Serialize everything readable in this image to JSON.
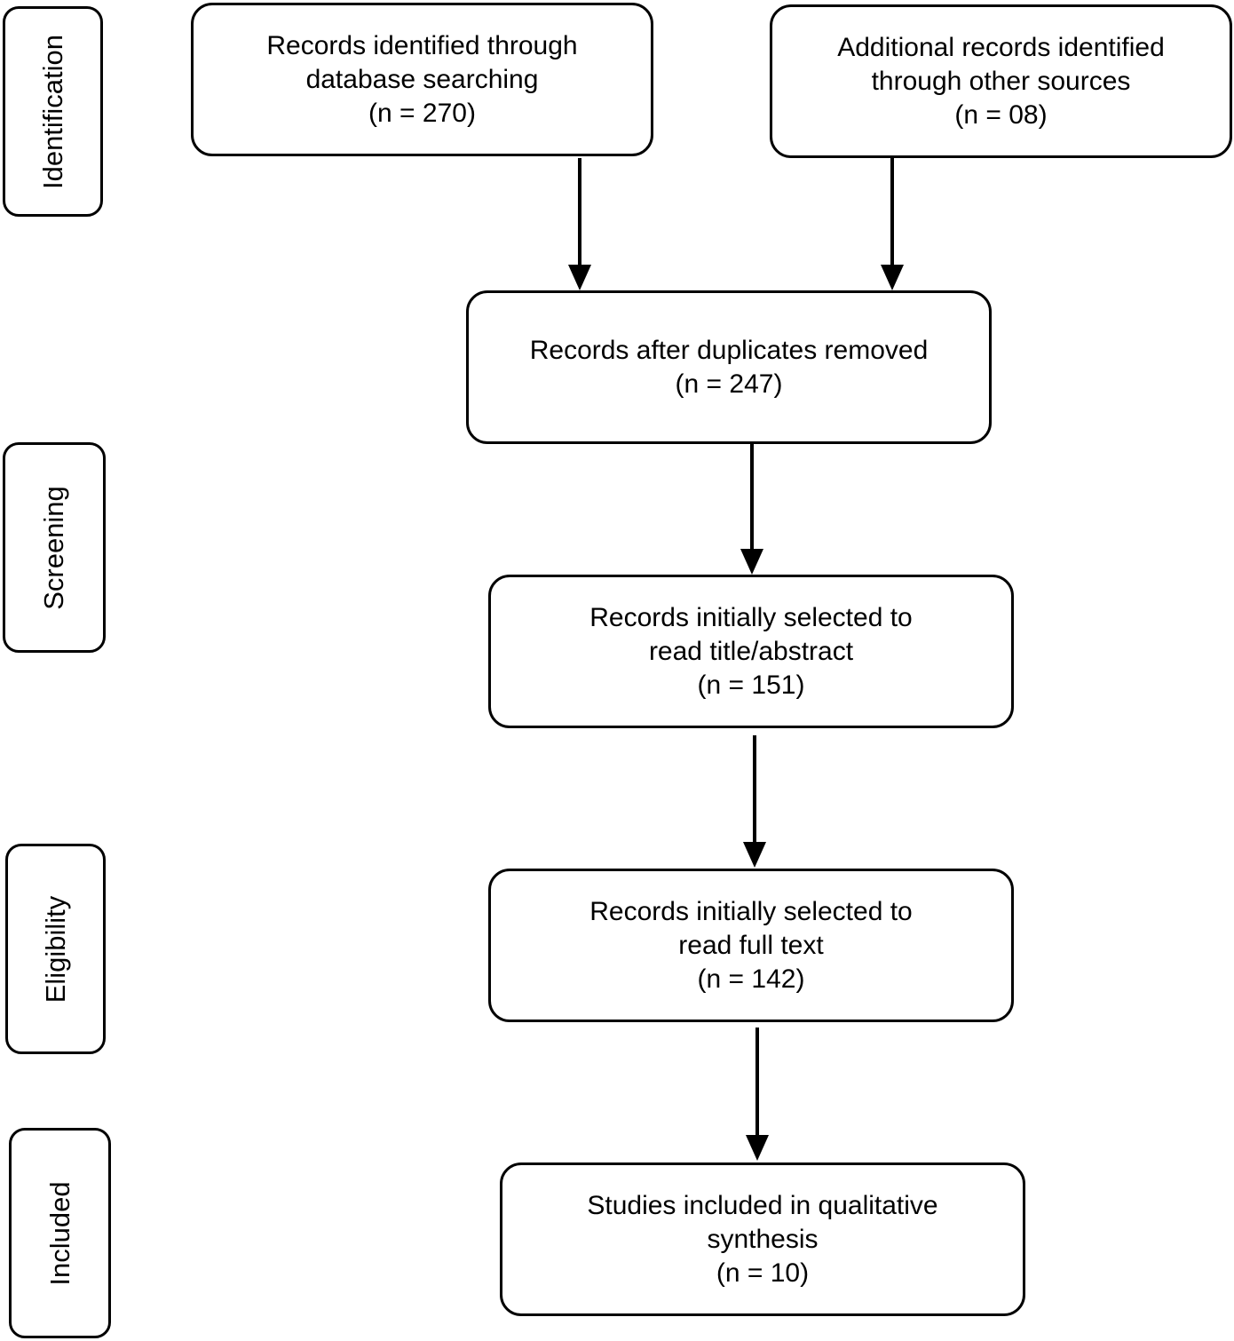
{
  "stages": [
    {
      "id": "identification",
      "label": "Identification"
    },
    {
      "id": "screening",
      "label": "Screening"
    },
    {
      "id": "eligibility",
      "label": "Eligibility"
    },
    {
      "id": "included",
      "label": "Included"
    }
  ],
  "boxes": {
    "database": {
      "lines": [
        "Records identified through",
        "database searching",
        "(n = 270)"
      ]
    },
    "other_sources": {
      "lines": [
        "Additional records identified",
        "through other sources",
        "(n = 08)"
      ]
    },
    "duplicates_removed": {
      "lines": [
        "Records after duplicates removed",
        "(n = 247)"
      ]
    },
    "title_abstract": {
      "lines": [
        "Records initially selected to",
        "read title/abstract",
        "(n = 151)"
      ]
    },
    "full_text": {
      "lines": [
        "Records initially selected to",
        "read full text",
        "(n = 142)"
      ]
    },
    "included_studies": {
      "lines": [
        "Studies included in qualitative",
        "synthesis",
        "(n = 10)"
      ]
    }
  }
}
